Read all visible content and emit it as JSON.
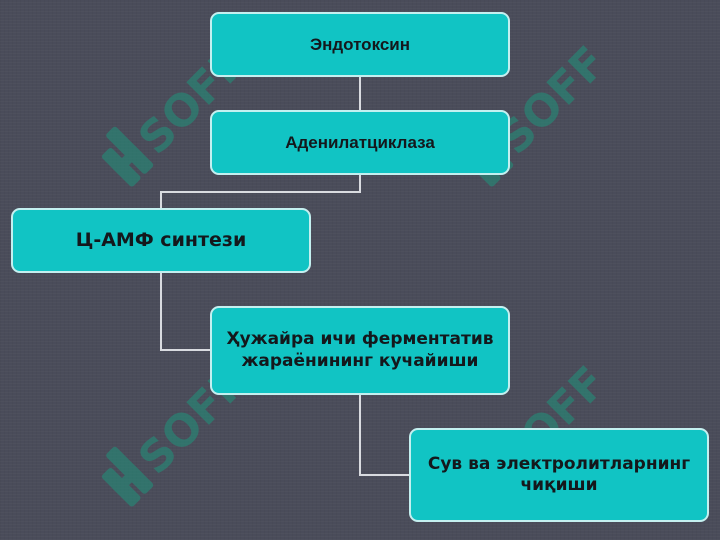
{
  "diagram": {
    "nodes": [
      {
        "id": "n1",
        "text": "Эндотоксин"
      },
      {
        "id": "n2",
        "text": "Аденилатциклаза"
      },
      {
        "id": "n3",
        "text": "Ц-АМФ синтези"
      },
      {
        "id": "n4",
        "text": "Ҳужайра ичи ферментатив жараёнининг кучайиши"
      },
      {
        "id": "n5",
        "text": "Сув ва электролитларнинг чиқиши"
      }
    ],
    "edges": [
      {
        "from": "n1",
        "to": "n2"
      },
      {
        "from": "n2",
        "to": "n3"
      },
      {
        "from": "n3",
        "to": "n4"
      },
      {
        "from": "n4",
        "to": "n5"
      }
    ]
  },
  "watermark": {
    "text": "SOFF",
    "color": "#1c9a7e"
  },
  "colors": {
    "background": "#4a4c5a",
    "node_fill": "#11c4c4",
    "node_border": "#c4f0f0",
    "connector": "#d9dbe0",
    "text": "#14181c"
  }
}
